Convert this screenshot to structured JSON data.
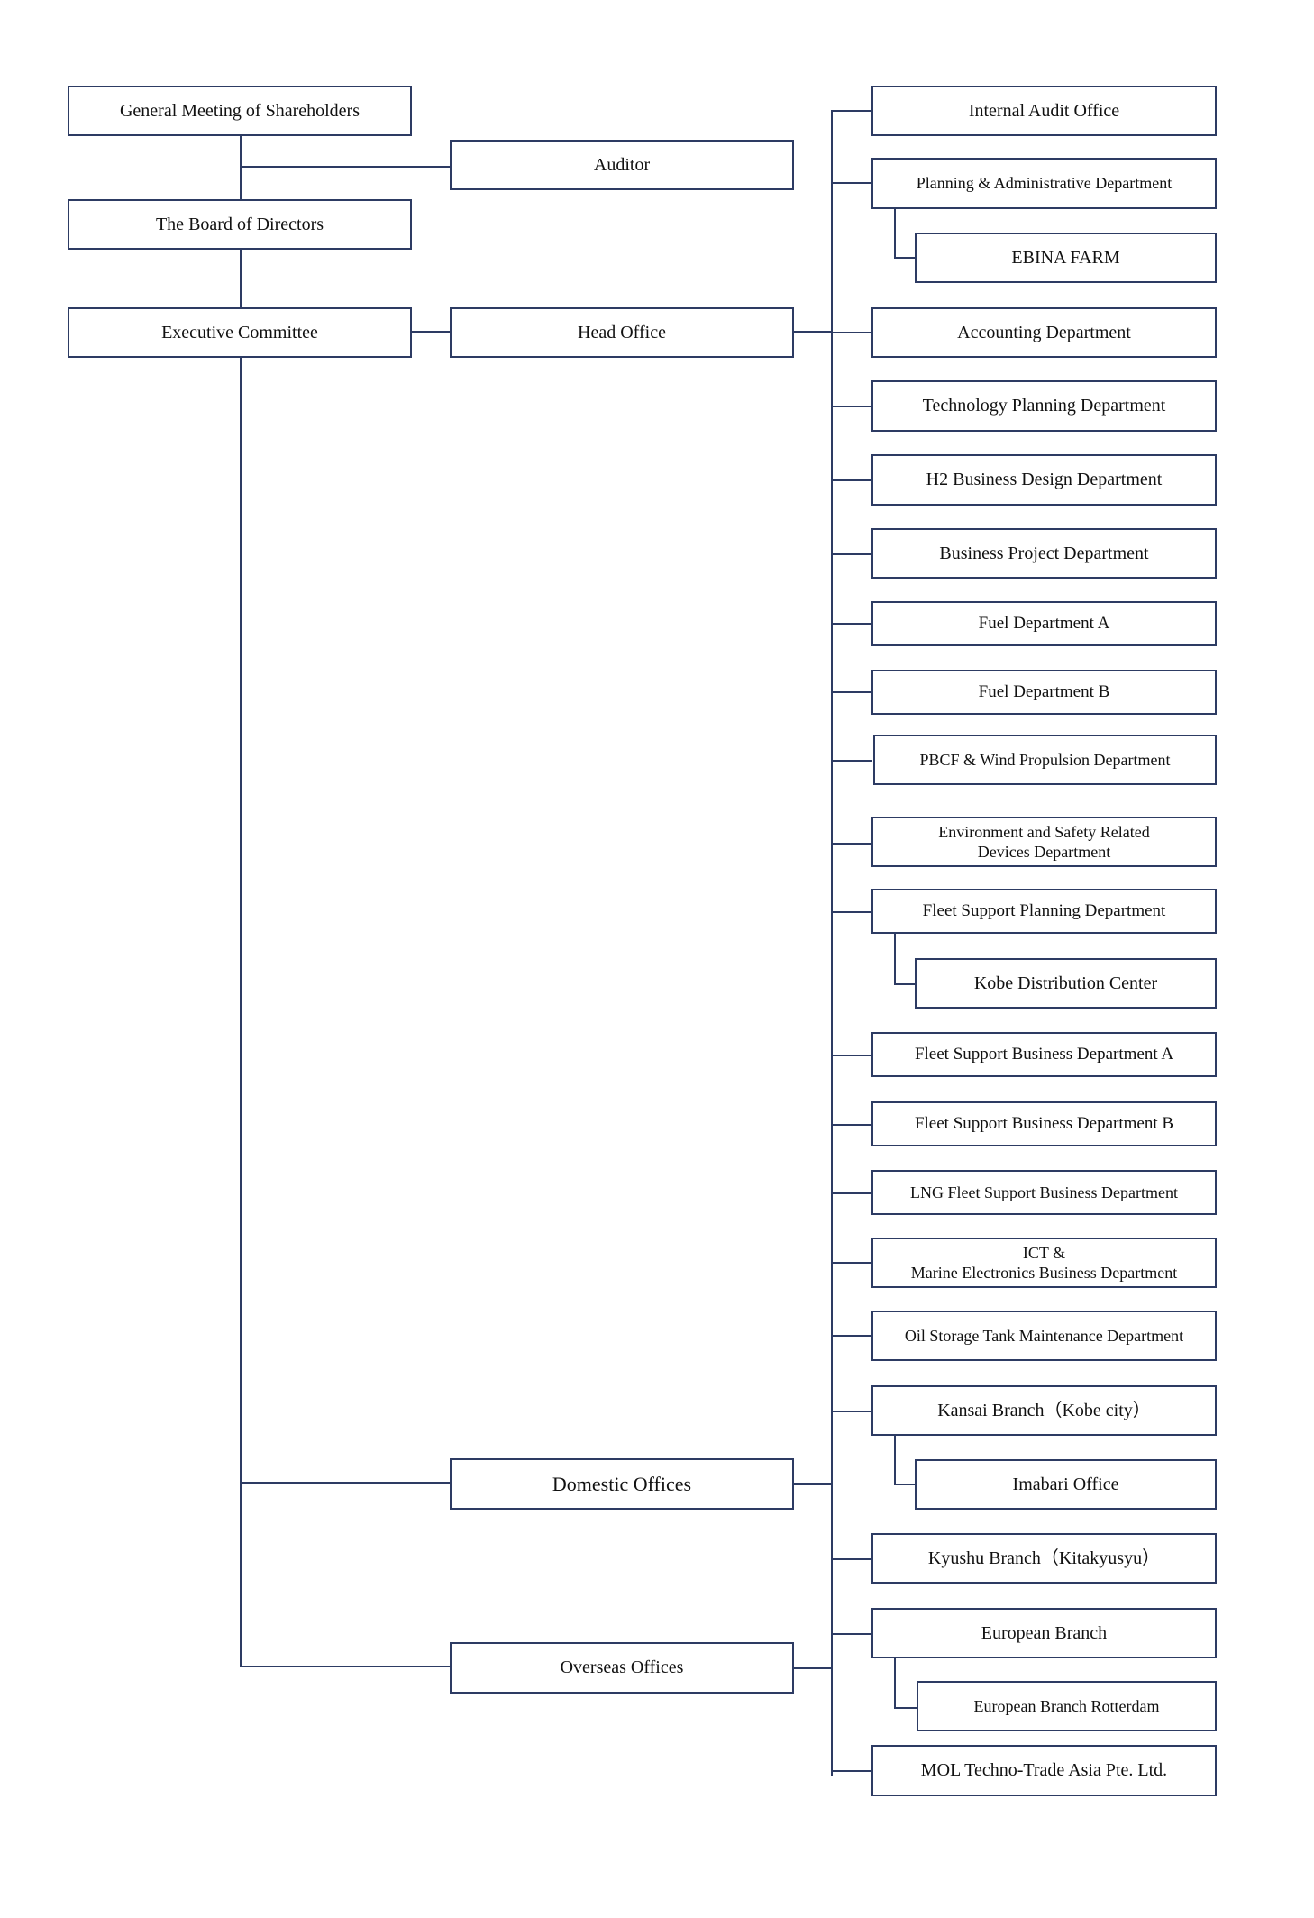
{
  "left": {
    "shareholders": "General Meeting of Shareholders",
    "auditor": "Auditor",
    "board": "The Board of Directors",
    "executive": "Executive Committee",
    "head_office": "Head Office",
    "domestic": "Domestic Offices",
    "overseas": "Overseas Offices"
  },
  "right": {
    "internal_audit": "Internal Audit Office",
    "planning_admin": "Planning & Administrative Department",
    "ebina_farm": "EBINA FARM",
    "accounting": "Accounting Department",
    "tech_planning": "Technology Planning Department",
    "h2_design": "H2 Business Design Department",
    "business_project": "Business Project Department",
    "fuel_a": "Fuel Department A",
    "fuel_b": "Fuel Department B",
    "pbcf": "PBCF & Wind Propulsion Department",
    "env_safety": "Environment and Safety Related\nDevices Department",
    "fleet_planning": "Fleet Support Planning Department",
    "kobe_distribution": "Kobe Distribution Center",
    "fleet_business_a": "Fleet Support Business Department A",
    "fleet_business_b": "Fleet Support Business Department B",
    "lng_fleet": "LNG Fleet Support Business Department",
    "ict_marine": "ICT &\nMarine Electronics Business Department",
    "oil_storage": "Oil Storage Tank Maintenance Department",
    "kansai": "Kansai Branch（Kobe city）",
    "imabari": "Imabari Office",
    "kyushu": "Kyushu Branch（Kitakyusyu）",
    "european": "European Branch",
    "european_rotterdam": "European Branch Rotterdam",
    "mol_asia": "MOL Techno-Trade Asia Pte. Ltd."
  },
  "colors": {
    "border": "#2d3b63",
    "line": "#2d3b63"
  }
}
